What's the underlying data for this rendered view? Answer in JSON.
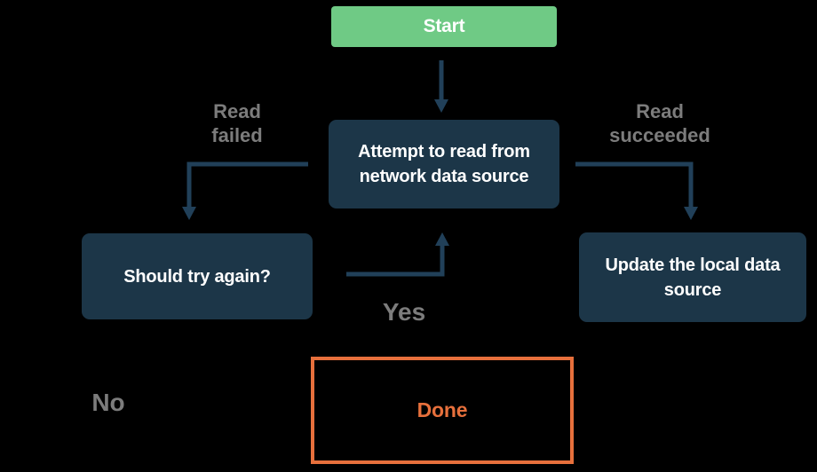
{
  "colors": {
    "background": "#000000",
    "start_fill": "#6fca85",
    "node_fill": "#1c3648",
    "node_text": "#ffffff",
    "arrow": "#214059",
    "edge_label": "#7c7c7c",
    "done_accent": "#e7703c"
  },
  "diagram_type": "flowchart",
  "nodes": {
    "start": {
      "label": "Start",
      "style": "green-filled"
    },
    "attempt": {
      "label": "Attempt to read from\nnetwork data source",
      "style": "navy-filled"
    },
    "should_try": {
      "label": "Should try again?",
      "style": "navy-filled"
    },
    "update_local": {
      "label": "Update the local data\nsource",
      "style": "navy-filled"
    },
    "done": {
      "label": "Done",
      "style": "orange-outline"
    }
  },
  "edges": [
    {
      "from": "start",
      "to": "attempt",
      "label": ""
    },
    {
      "from": "attempt",
      "to": "should_try",
      "label": "Read failed"
    },
    {
      "from": "attempt",
      "to": "update_local",
      "label": "Read succeeded"
    },
    {
      "from": "should_try",
      "to": "attempt",
      "label": "Yes"
    },
    {
      "from": "should_try",
      "to": "done",
      "label": "No"
    }
  ]
}
